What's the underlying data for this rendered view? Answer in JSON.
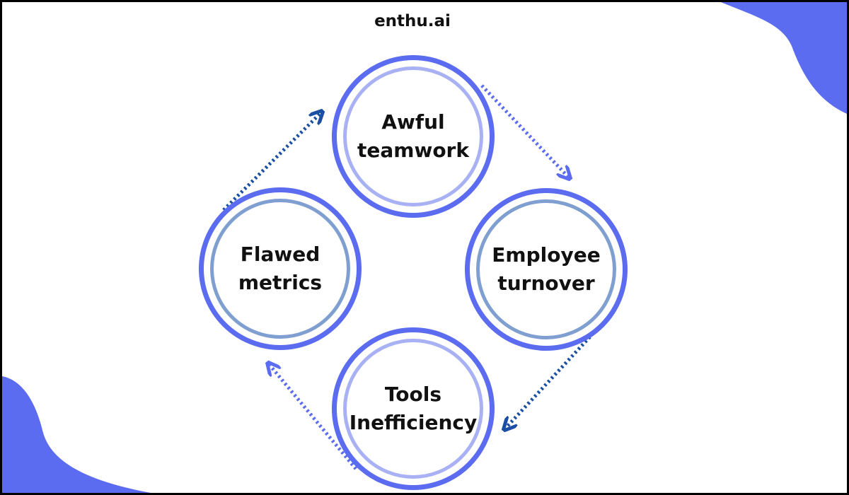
{
  "brand": {
    "name": "enthu.ai"
  },
  "cycle": {
    "nodes": [
      {
        "label": "Awful\nteamwork"
      },
      {
        "label": "Employee\nturnover"
      },
      {
        "label": "Tools\nInefficiency"
      },
      {
        "label": "Flawed\nmetrics"
      }
    ]
  },
  "colors": {
    "outer_ring": "#5b6cf0",
    "inner_ring": "#a9b1f5",
    "inner_ring_muted": "#7f9fd1",
    "arrow_light": "#5b6cf0",
    "arrow_dark": "#1a4fa3",
    "corner_blob": "#5b6cf0",
    "frame": "#000000"
  }
}
